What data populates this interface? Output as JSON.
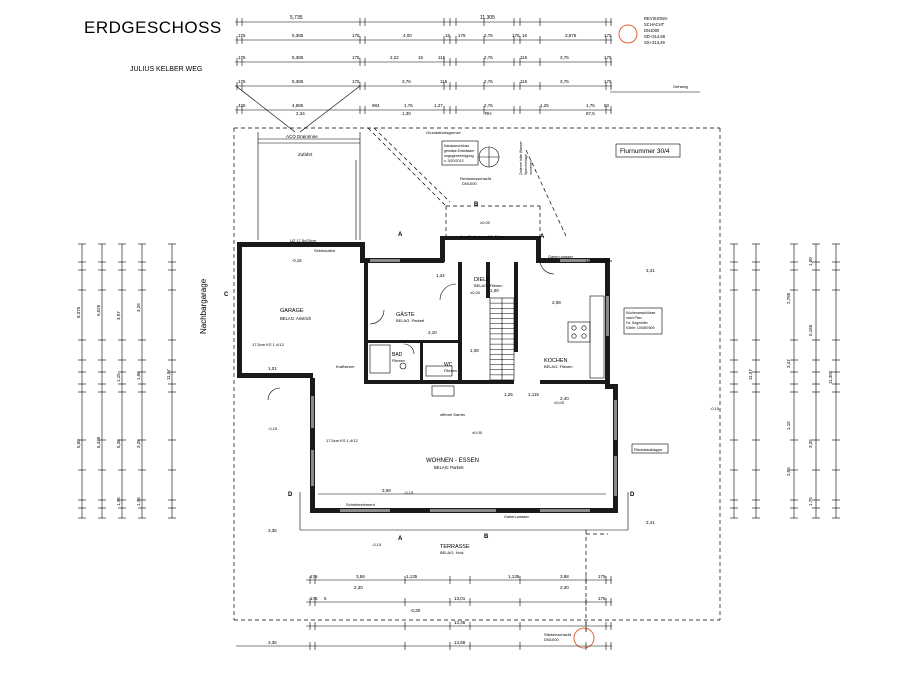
{
  "header": {
    "title": "ERDGESCHOSS",
    "street": "JULIUS KELBER WEG"
  },
  "revision_shaft": {
    "lines": [
      "REVISIONS-",
      "SCHACHT",
      "DN1000",
      "SD+314,88",
      "SS+313,49"
    ],
    "accent_color": "#e0643c"
  },
  "top_dimensions": {
    "row1": [
      "5,735",
      "11,305"
    ],
    "row2": [
      "175",
      "5,385",
      "175",
      "4,00",
      "16",
      "175",
      "2,76",
      "175",
      "16",
      "3,875",
      "175"
    ],
    "row3": [
      "175",
      "5,385",
      "175",
      "2,22",
      "15",
      "115",
      "2,76",
      "115",
      "3,76",
      "175"
    ],
    "row4": [
      "175",
      "5,385",
      "175",
      "3,76",
      "115",
      "2,76",
      "115",
      "3,76",
      "175"
    ],
    "row5": [
      "425",
      "4,885",
      "984",
      "1,76",
      "1,27",
      "2,76",
      "1,25",
      "1,75",
      "60"
    ],
    "row6": [
      "2,34",
      "1,30",
      "RH",
      "87,5"
    ]
  },
  "labels": {
    "gehweg": "Gehweg",
    "grundstuecksgrenze": "Grundstücksgrenze",
    "flurnummer": "Flurnummer 30/4",
    "aco_drainrinne": "ACO Drainrinne",
    "zufahrt": "Zufahrt",
    "nachbargarage": "Nachbargarage",
    "kanal_note": [
      "Kanalanschluss",
      "gemäss Entwässer",
      "ungsgenehmigung",
      "v. 3/20/2013"
    ],
    "revisionsschacht": [
      "Revisionsschacht",
      "DN1000"
    ],
    "zisterne_note": [
      "Zisterne bitte Wasser",
      "Speicherlage",
      "vorsehen"
    ],
    "kuechenanschluesse": [
      "Küchenanschlüsse",
      "nach Plan",
      "Fa. Segmüller",
      "Köhle: 100087609"
    ],
    "rueckstauklappe": "Rückstauklappe",
    "stiekenschacht": [
      "Stiekenschacht",
      "DN1000"
    ],
    "aco_drainrinne_2": "Aco-Drainrinne 13x10cm",
    "uz_top": "UZ 17,5x25cm",
    "uz_right": "UZ 17,5x25cm",
    "sektionaltor": "Sektionaltor",
    "kraftstrom": "Kraftstrom",
    "offener_kamin": "offener Kamin",
    "garten_wasser": "Garten-wasser",
    "garten_wasser_2": "Garten-wasser",
    "schiebeelement": "Schiebeelement"
  },
  "rooms": {
    "garage": {
      "name": "GARAGE",
      "floor": "BELAG: Anstrich",
      "ceiling": "17,5cm KS 1,4/12",
      "level": "-0,15"
    },
    "gaeste": {
      "name": "GÄSTE",
      "floor": "BELAG: Parkett",
      "width": "2,10"
    },
    "diele": {
      "name": "DIELE",
      "floor": "BELAG: Fliesen"
    },
    "bad": {
      "name": "BAD",
      "floor": "Fliesen"
    },
    "wc": {
      "name": "WC",
      "floor": "Fliesen"
    },
    "kochen": {
      "name": "KOCHEN",
      "floor": "BELAG: Fliesen"
    },
    "wohnen": {
      "name": "WOHNEN - ESSEN",
      "floor": "BELAG: Parkett",
      "ceiling": "17,5cm KS 1,4/12"
    },
    "terrasse": {
      "name": "TERRASSE",
      "floor": "BELAG: Holz",
      "level": "-0,15"
    }
  },
  "levels": [
    "±0,00",
    "±0,00",
    "-0,15",
    "-0,15",
    "±0,00",
    "-0,15",
    "±0,00"
  ],
  "section_marks": [
    "A",
    "A",
    "A",
    "B",
    "B",
    "B",
    "C",
    "C",
    "D",
    "D"
  ],
  "interior_dims": [
    "1,34",
    "1,08",
    "2,40",
    "1,00",
    "1,25",
    "1,115",
    "2,08",
    "3,58",
    "3,36",
    "3,41",
    "3,41",
    "1,01"
  ],
  "bottom_dimensions": {
    "row1": [
      "175",
      "3,58",
      "1,135",
      "1,135",
      "3,88",
      "175"
    ],
    "row2": [
      "2,30",
      "2,30"
    ],
    "row3": [
      "175",
      "5",
      "13,01",
      "175"
    ],
    "row4": [
      "-0,30",
      "13,36"
    ],
    "row5": [
      "3,36",
      "13,68"
    ]
  },
  "left_dimensions": [
    "8,375",
    "5,025",
    "3,97",
    "3,26",
    "1,06",
    "1,15",
    "11,97",
    "5,50",
    "5,435",
    "5,36",
    "3,26",
    "1,75",
    "1,75"
  ],
  "right_dimensions": [
    "2,785",
    "1,00",
    "5,165",
    "3,47",
    "11,97",
    "11,305",
    "1,15",
    "3,26",
    "2,06",
    "1,75"
  ],
  "stair_steps": 16
}
